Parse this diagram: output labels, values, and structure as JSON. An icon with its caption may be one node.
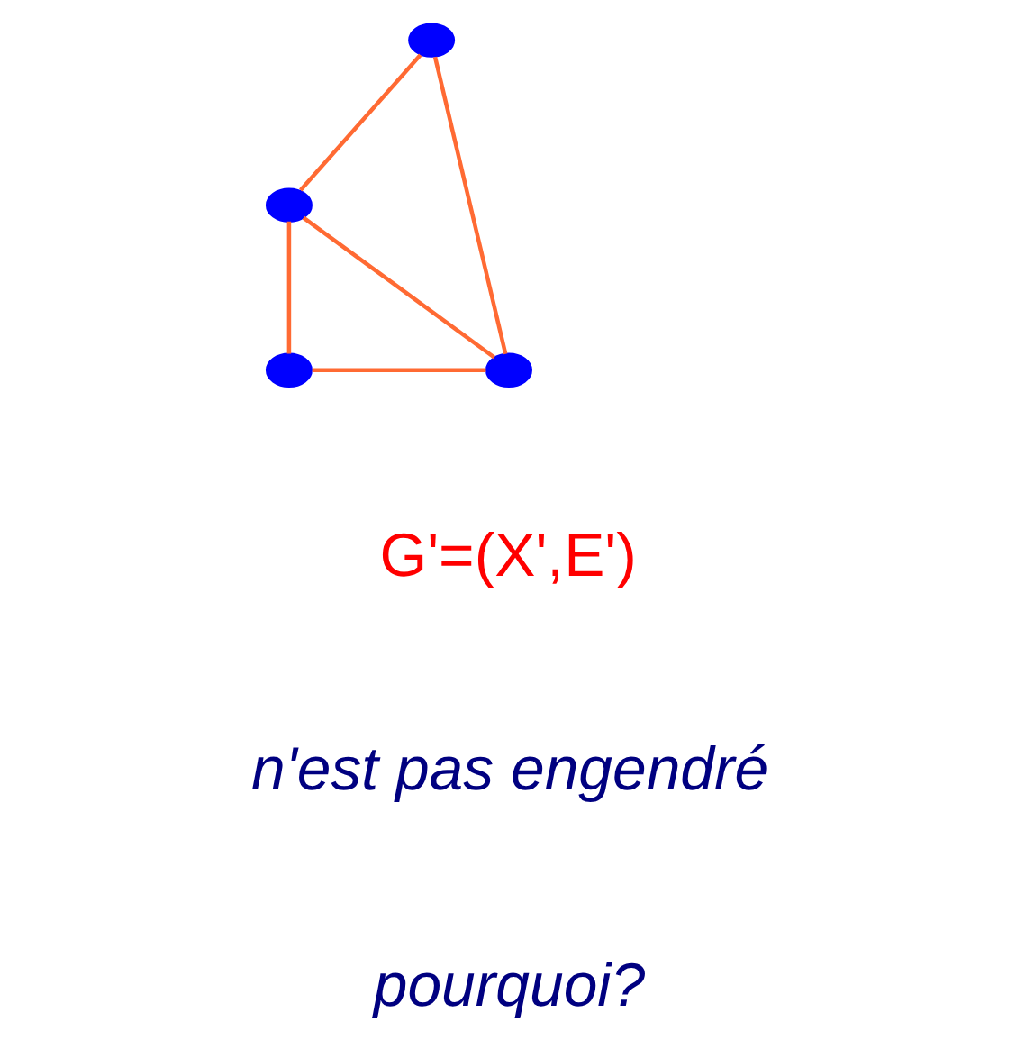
{
  "diagram": {
    "nodes": [
      {
        "text": [],
        "shape": "circle"
      },
      {
        "text": [],
        "shape": "circle"
      },
      {
        "text": [],
        "shape": "circle"
      },
      {
        "text": [],
        "shape": "circle"
      }
    ],
    "edges": [
      {
        "from": 0,
        "to": 1,
        "arrow": "none"
      },
      {
        "from": 0,
        "to": 3,
        "arrow": "none"
      },
      {
        "from": 1,
        "to": 3,
        "arrow": "none"
      },
      {
        "from": 1,
        "to": 2,
        "arrow": "none"
      },
      {
        "from": 2,
        "to": 3,
        "arrow": "none"
      }
    ],
    "labels": [
      "G'=(X',E')",
      "n'est pas engendré",
      "pourquoi?"
    ]
  }
}
